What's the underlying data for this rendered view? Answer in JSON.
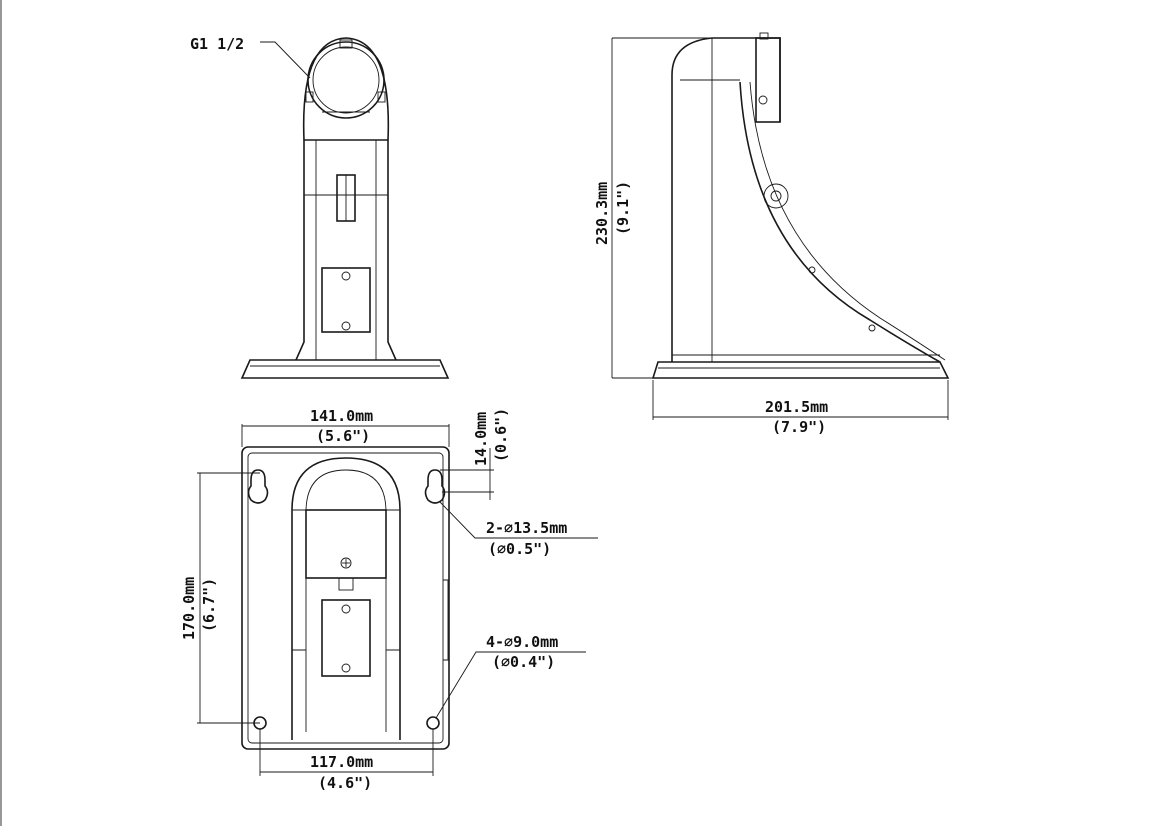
{
  "thread_label": "G1 1/2",
  "height_dim": {
    "mm": "230.3mm",
    "inch": "(9.1\")"
  },
  "depth_dim": {
    "mm": "201.5mm",
    "inch": "(7.9\")"
  },
  "width_dim": {
    "mm": "141.0mm",
    "inch": "(5.6\")"
  },
  "slot_offset_dim": {
    "mm": "14.0mm",
    "inch": "(0.6\")"
  },
  "keyhole_dim": {
    "mm": "2-∅13.5mm",
    "inch": "(∅0.5\")"
  },
  "mount_hole_dim": {
    "mm": "4-∅9.0mm",
    "inch": "(∅0.4\")"
  },
  "vertical_spacing_dim": {
    "mm": "170.0mm",
    "inch": "(6.7\")"
  },
  "horizontal_spacing_dim": {
    "mm": "117.0mm",
    "inch": "(4.6\")"
  }
}
